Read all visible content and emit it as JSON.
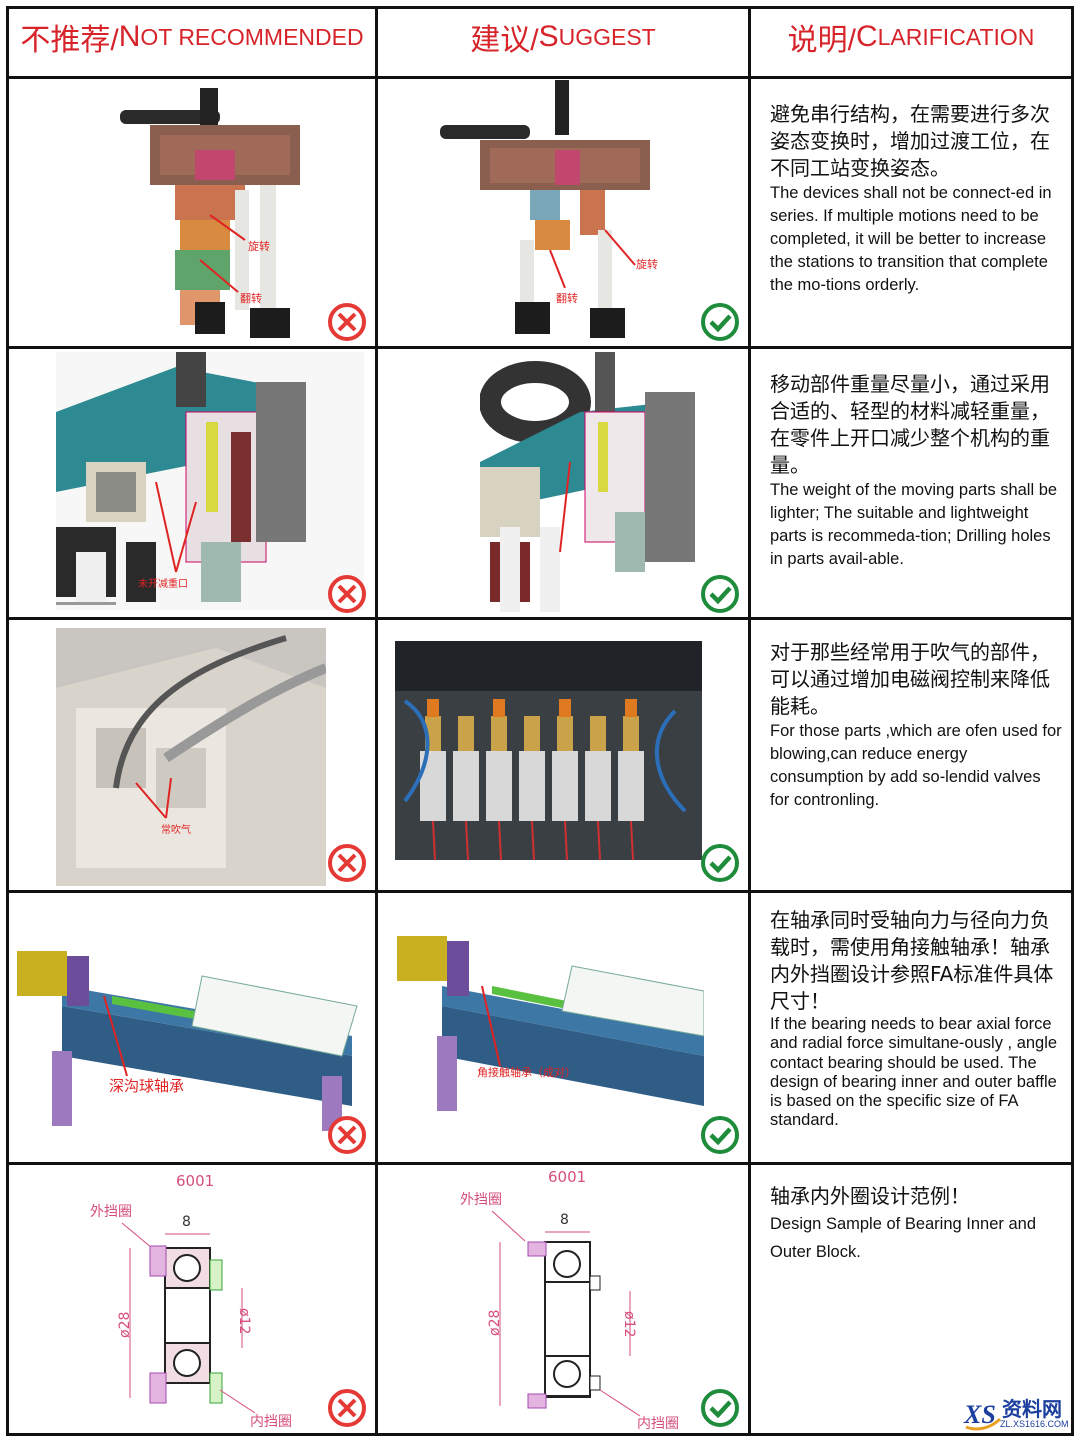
{
  "headers": {
    "col1_zh": "不推荐/",
    "col1_en_first": "N",
    "col1_en_rest": "OT RECOMMENDED",
    "col2_zh": "建议/",
    "col2_en_first": "S",
    "col2_en_rest": "UGGEST",
    "col3_zh": "说明/",
    "col3_en_first": "C",
    "col3_en_rest": "LARIFICATION"
  },
  "rows": [
    {
      "zh": "避免串行结构，在需要进行多次姿态变换时，增加过渡工位，在不同工站变换姿态。",
      "en": "The devices shall not be connect-ed in series. If multiple motions need to be completed, it will be better to increase the stations to transition that complete the mo-tions orderly.",
      "bad_labels": [
        "旋转",
        "翻转"
      ],
      "good_labels": [
        "旋转",
        "翻转"
      ]
    },
    {
      "zh": "移动部件重量尽量小，通过采用合适的、轻型的材料减轻重量，在零件上开口减少整个机构的重量。",
      "en": "The weight of the moving parts shall be lighter; The suitable and lightweight parts is recommeda-tion; Drilling holes in parts avail-able.",
      "bad_labels": [
        "未开减重口"
      ]
    },
    {
      "zh": "对于那些经常用于吹气的部件，可以通过增加电磁阀控制来降低能耗。",
      "en": "For those parts ,which are ofen used for blowing,can reduce energy consumption by add so-lendid valves for contronling.",
      "bad_labels": [
        "常吹气"
      ]
    },
    {
      "zh": "在轴承同时受轴向力与径向力负载时，需使用角接触轴承！轴承内外挡圈设计参照FA标准件具体尺寸！",
      "en": "If the bearing needs to bear axial force and radial force simultane-ously , angle contact bearing should be used. The design of bearing inner and outer baffle is based on the specific size of FA standard.",
      "bad_labels": [
        "深沟球轴承"
      ],
      "good_labels": [
        "角接触轴承（成对）"
      ]
    },
    {
      "zh": "轴承内外圈设计范例！",
      "en": "Design Sample of Bearing Inner and Outer Block.",
      "bad_labels": [
        "6001",
        "外挡圈",
        "8",
        "ø28",
        "ø12",
        "内挡圈"
      ],
      "good_labels": [
        "6001",
        "外挡圈",
        "8",
        "ø28",
        "ø12",
        "内挡圈"
      ]
    }
  ],
  "watermark": {
    "brand": "资料网",
    "url": "ZL.XS1616.COM"
  },
  "colors": {
    "header_red": "#d6242a",
    "bad_badge": "#e53935",
    "good_badge": "#1e8c3a"
  }
}
